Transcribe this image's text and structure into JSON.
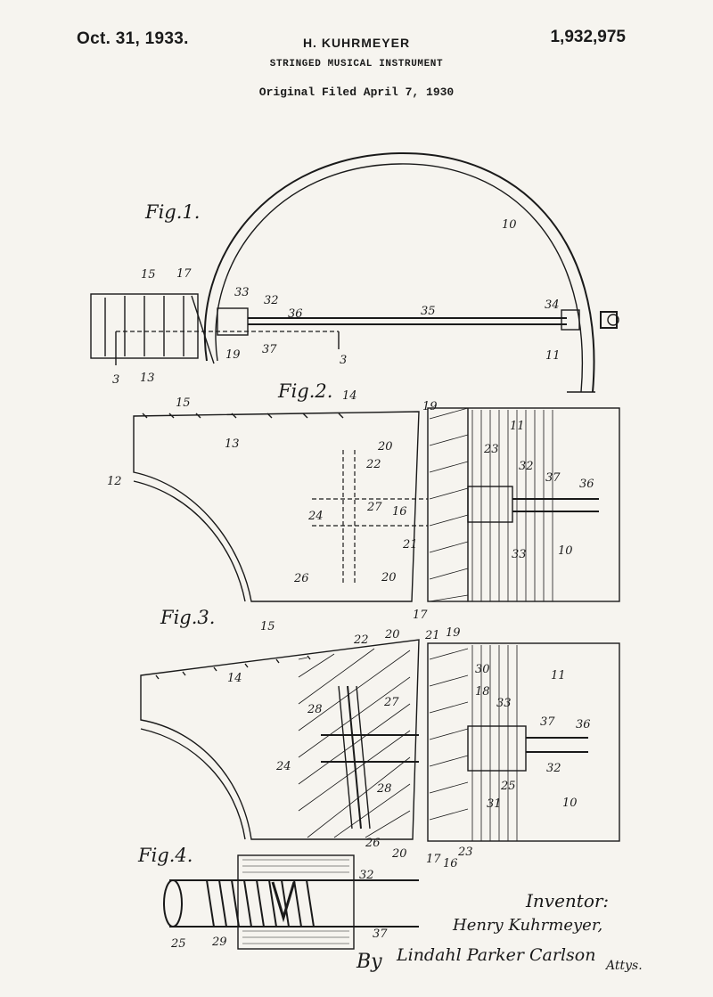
{
  "header": {
    "date": "Oct. 31, 1933.",
    "inventor_name": "H. KUHRMEYER",
    "patent_number": "1,932,975",
    "title": "STRINGED MUSICAL INSTRUMENT",
    "filed": "Original Filed April 7, 1930"
  },
  "figures": {
    "fig1": {
      "label": "Fig.1.",
      "refs": [
        "15",
        "17",
        "33",
        "32",
        "36",
        "35",
        "34",
        "10",
        "19",
        "37",
        "3",
        "3",
        "13",
        "3",
        "11"
      ]
    },
    "fig2": {
      "label": "Fig.2.",
      "refs": [
        "15",
        "14",
        "19",
        "11",
        "13",
        "20",
        "23",
        "32",
        "37",
        "36",
        "12",
        "22",
        "24",
        "27",
        "16",
        "21",
        "33",
        "10",
        "26",
        "20",
        "17"
      ]
    },
    "fig3": {
      "label": "Fig.3.",
      "refs": [
        "15",
        "14",
        "22",
        "20",
        "21",
        "19",
        "11",
        "30",
        "18",
        "33",
        "37",
        "36",
        "28",
        "27",
        "24",
        "28",
        "25",
        "32",
        "31",
        "10",
        "26",
        "20",
        "17",
        "16",
        "23"
      ]
    },
    "fig4": {
      "label": "Fig.4.",
      "refs": [
        "32",
        "25",
        "29",
        "37"
      ]
    }
  },
  "signature": {
    "caption": "Inventor:",
    "inventor": "Henry Kuhrmeyer,",
    "by": "By",
    "attorneys": "Lindahl Parker Carlson",
    "attys": "Attys."
  },
  "colors": {
    "paper": "#f6f4ef",
    "ink": "#1a1a1a"
  }
}
